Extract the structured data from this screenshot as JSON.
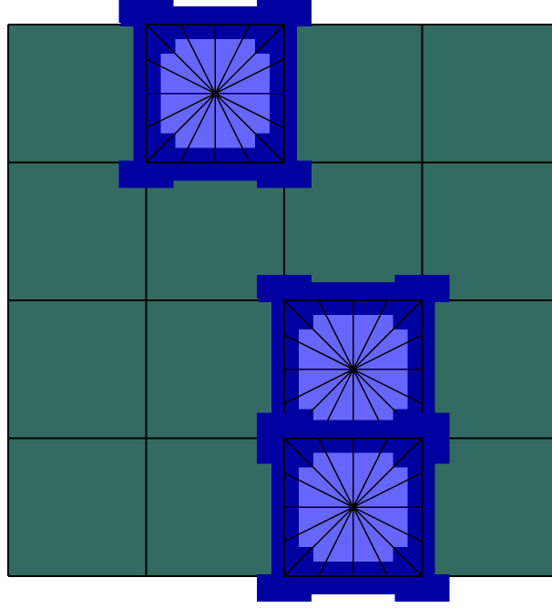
{
  "board": {
    "rows": 4,
    "cols": 4,
    "tile_color": "#336b62",
    "grid_line_color": "#000000"
  },
  "pieces": [
    {
      "type": "square-block",
      "row": 0,
      "col": 1
    },
    {
      "type": "square-block",
      "row": 2,
      "col": 2
    },
    {
      "type": "square-block",
      "row": 3,
      "col": 2
    }
  ],
  "colors": {
    "piece_frame": "#0000a0",
    "piece_face": "#6666ff",
    "piece_lines": "#000000"
  }
}
